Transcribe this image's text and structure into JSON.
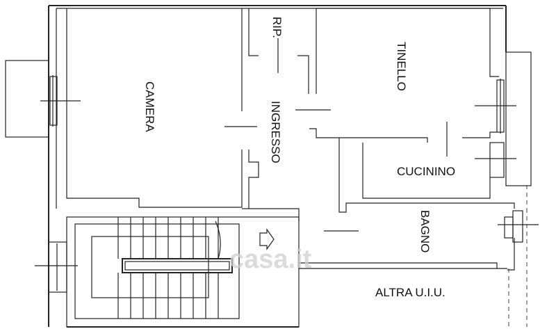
{
  "rooms": {
    "camera": "CAMERA",
    "rip": "RIP.",
    "ingresso": "INGRESSO",
    "tinello": "TINELLO",
    "cucinino": "CUCININO",
    "bagno": "BAGNO",
    "altra": "ALTRA U.I.U."
  },
  "watermark": "casa.it",
  "colors": {
    "line": "#222222",
    "background": "#ffffff",
    "watermark": "#cfcfcf"
  }
}
